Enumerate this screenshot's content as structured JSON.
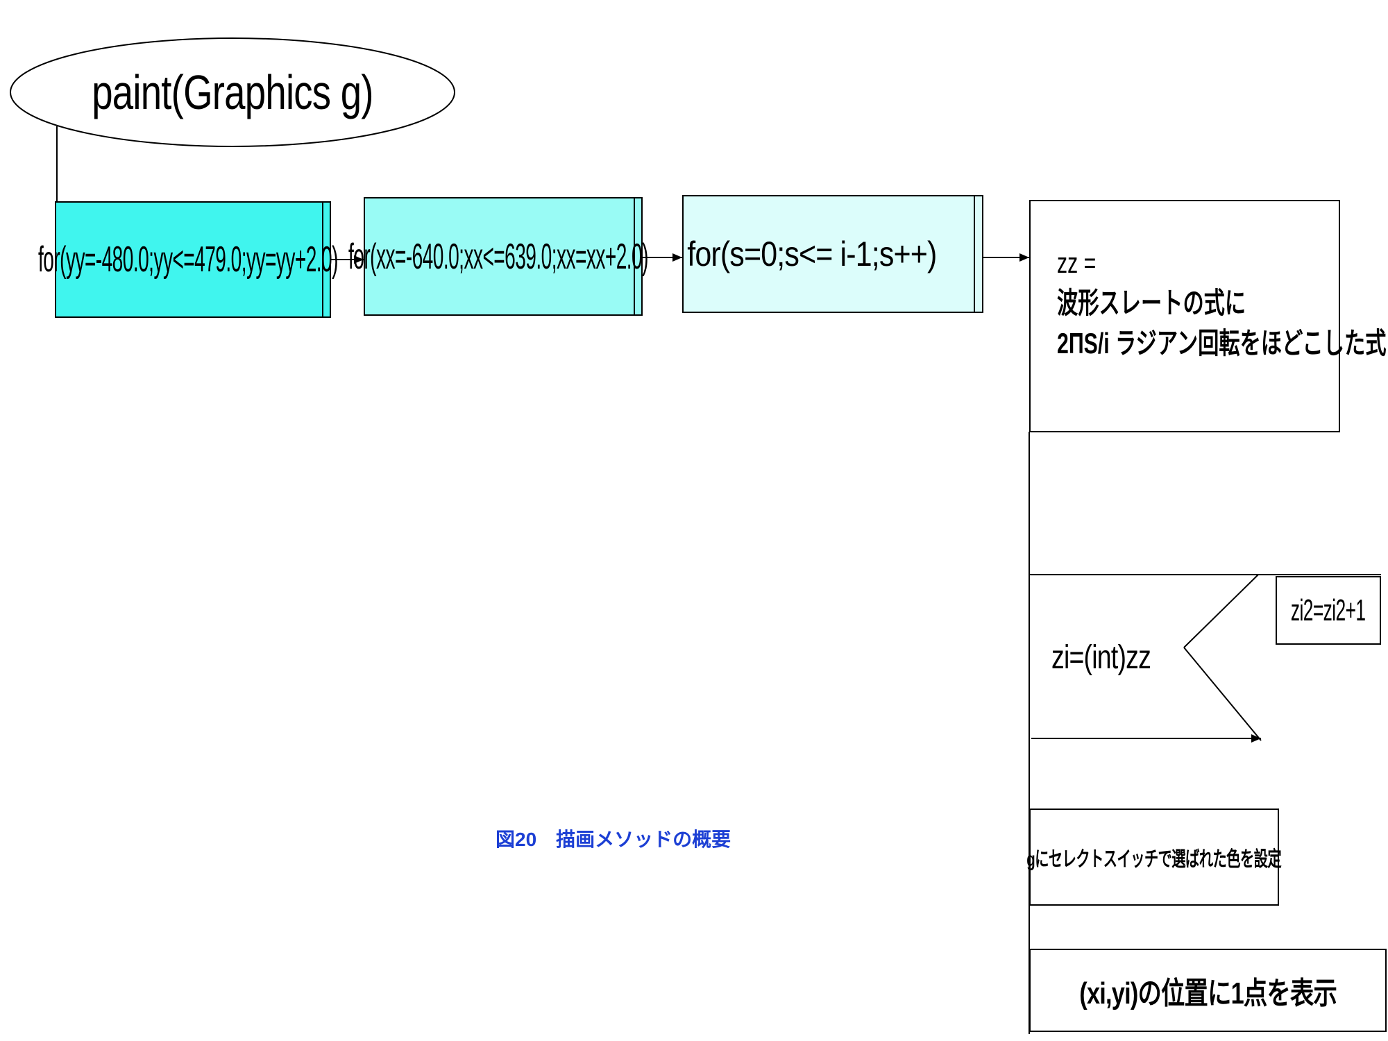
{
  "start": {
    "label": "paint(Graphics g)"
  },
  "loops": [
    {
      "label": "for(yy=-480.0;yy<=479.0;yy=yy+2.0)",
      "color": "#40f5ee"
    },
    {
      "label": "for(xx=-640.0;xx<=639.0;xx=xx+2.0)",
      "color": "#99fbf5"
    },
    {
      "label": "for(s=0;s<= i-1;s++)",
      "color": "#dcfdfb"
    }
  ],
  "process_zz": {
    "lines": [
      "zz =",
      "波形スレートの式に",
      "2ΠS/i ラジアン回転をほどこした式"
    ]
  },
  "assign_zi": {
    "label": "zi=(int)zz"
  },
  "increment": {
    "label": "zi2=zi2+1"
  },
  "set_color": {
    "label": "gにセレクトスイッチで選ばれた色を設定"
  },
  "plot_point": {
    "label": "(xi,yi)の位置に1点を表示"
  },
  "caption": {
    "label": "図20　描画メソッドの概要",
    "color": "#1c3fd4"
  }
}
